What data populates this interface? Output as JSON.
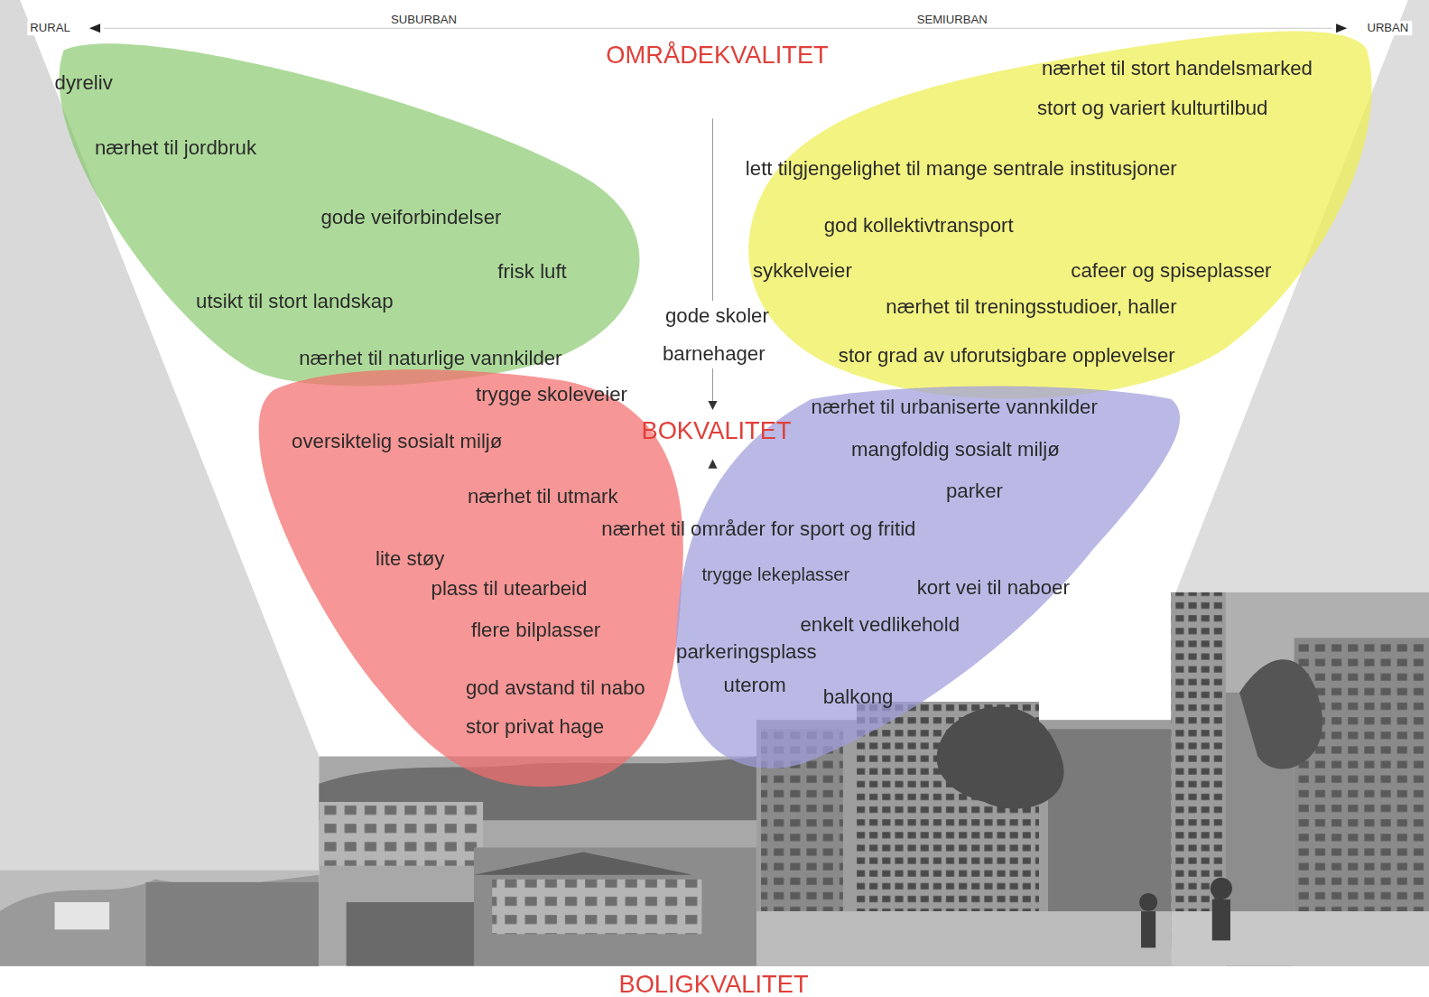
{
  "diagram": {
    "nodes": [
      {
        "text": [
          "dyreliv",
          "nærhet til jordbruk",
          "gode veiforbindelser",
          "frisk luft",
          "utsikt til stort landskap",
          "nærhet til naturlige vannkilder"
        ]
      },
      {
        "text": [
          "nærhet til stort handelsmarked",
          "stort og variert kulturtilbud",
          "lett tilgjengelighet til mange sentrale institusjoner",
          "god kollektivtransport",
          "sykkelveier",
          "cafeer og spiseplasser",
          "nærhet til treningsstudioer, haller",
          "stor grad av uforutsigbare opplevelser"
        ]
      },
      {
        "text": [
          "trygge skoleveier",
          "oversiktelig sosialt miljø",
          "nærhet til utmark",
          "lite støy",
          "plass til utearbeid",
          "flere bilplasser",
          "god avstand til nabo",
          "stor privat hage"
        ]
      },
      {
        "text": [
          "nærhet til urbaniserte vannkilder",
          "mangfoldig sosialt miljø",
          "parker",
          "trygge lekeplasser",
          "kort vei til naboer",
          "enkelt vedlikehold",
          "parkeringsplass",
          "uterom",
          "balkong"
        ]
      }
    ],
    "labels": [
      "RURAL",
      "SUBURBAN",
      "SEMIURBAN",
      "URBAN",
      "OMRÅDEKVALITET",
      "gode skoler",
      "barnehager",
      "BOKVALITET",
      "nærhet til områder for sport og fritid",
      "BOLIGKVALITET"
    ]
  }
}
